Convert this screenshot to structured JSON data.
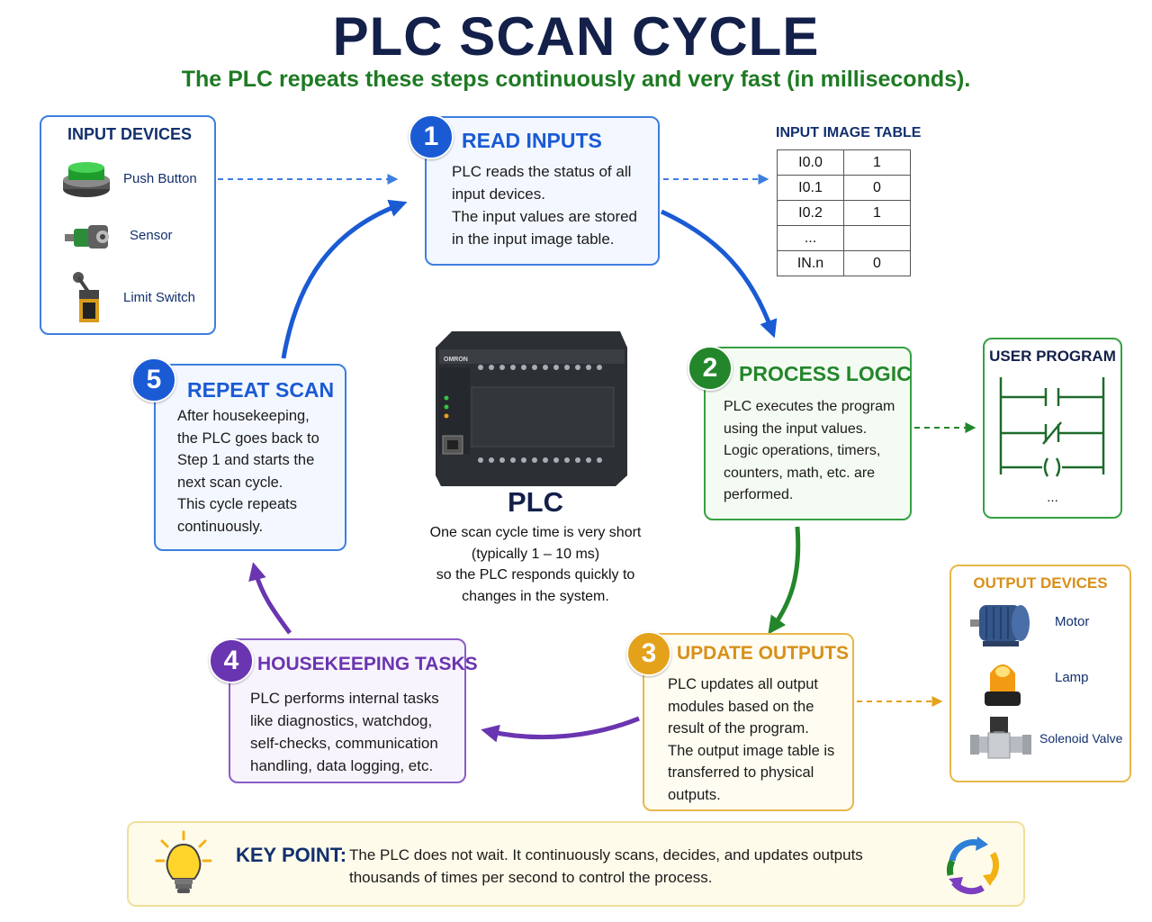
{
  "title": "PLC SCAN CYCLE",
  "subtitle": "The PLC repeats these steps continuously and very fast (in milliseconds).",
  "colors": {
    "navy": "#13204a",
    "blue": "#1a5bd4",
    "green": "#23862b",
    "orange": "#e3a21a",
    "purple": "#6a35b0",
    "darkblue": "#12306e",
    "keypoint_bg": "#fffbea"
  },
  "input_devices": {
    "title": "INPUT DEVICES",
    "items": [
      {
        "label": "Push Button",
        "icon": "push-button-icon"
      },
      {
        "label": "Sensor",
        "icon": "sensor-icon"
      },
      {
        "label": "Limit Switch",
        "icon": "limit-switch-icon"
      }
    ]
  },
  "input_image_table": {
    "title": "INPUT IMAGE TABLE",
    "rows": [
      {
        "addr": "I0.0",
        "val": "1"
      },
      {
        "addr": "I0.1",
        "val": "0"
      },
      {
        "addr": "I0.2",
        "val": "1"
      },
      {
        "addr": "...",
        "val": ""
      },
      {
        "addr": "IN.n",
        "val": "0"
      }
    ]
  },
  "steps": [
    {
      "number": "1",
      "title": "READ INPUTS",
      "lines": [
        "PLC reads the status of all",
        "input devices.",
        "The input values are stored",
        "in the input image table."
      ]
    },
    {
      "number": "2",
      "title": "PROCESS LOGIC",
      "lines": [
        "PLC executes the program",
        "using the input values.",
        "Logic operations, timers,",
        "counters, math, etc. are",
        "performed."
      ]
    },
    {
      "number": "3",
      "title": "UPDATE OUTPUTS",
      "lines": [
        "PLC updates all output",
        "modules based on the",
        "result of the program.",
        "The output image table is",
        "transferred to physical",
        "outputs."
      ]
    },
    {
      "number": "4",
      "title": "HOUSEKEEPING TASKS",
      "lines": [
        "PLC performs internal tasks",
        "like diagnostics, watchdog,",
        "self-checks, communication",
        "handling, data logging, etc."
      ]
    },
    {
      "number": "5",
      "title": "REPEAT SCAN",
      "lines": [
        "After housekeeping,",
        "the PLC goes back to",
        "Step 1 and starts the",
        "next scan cycle.",
        "This cycle repeats",
        "continuously."
      ]
    }
  ],
  "plc": {
    "brand": "OMRON",
    "label": "PLC",
    "description": [
      "One scan cycle time is very short",
      "(typically 1 – 10 ms)",
      "so the PLC responds quickly to",
      "changes in the system."
    ]
  },
  "user_program": {
    "title": "USER PROGRAM",
    "ellipsis": "..."
  },
  "output_devices": {
    "title": "OUTPUT DEVICES",
    "items": [
      {
        "label": "Motor",
        "icon": "motor-icon"
      },
      {
        "label": "Lamp",
        "icon": "lamp-icon"
      },
      {
        "label": "Solenoid Valve",
        "icon": "solenoid-valve-icon"
      }
    ]
  },
  "key_point": {
    "label": "KEY POINT:",
    "lines": [
      "The PLC does not wait. It continuously scans, decides, and updates outputs",
      "thousands of times per second to control the process."
    ]
  }
}
